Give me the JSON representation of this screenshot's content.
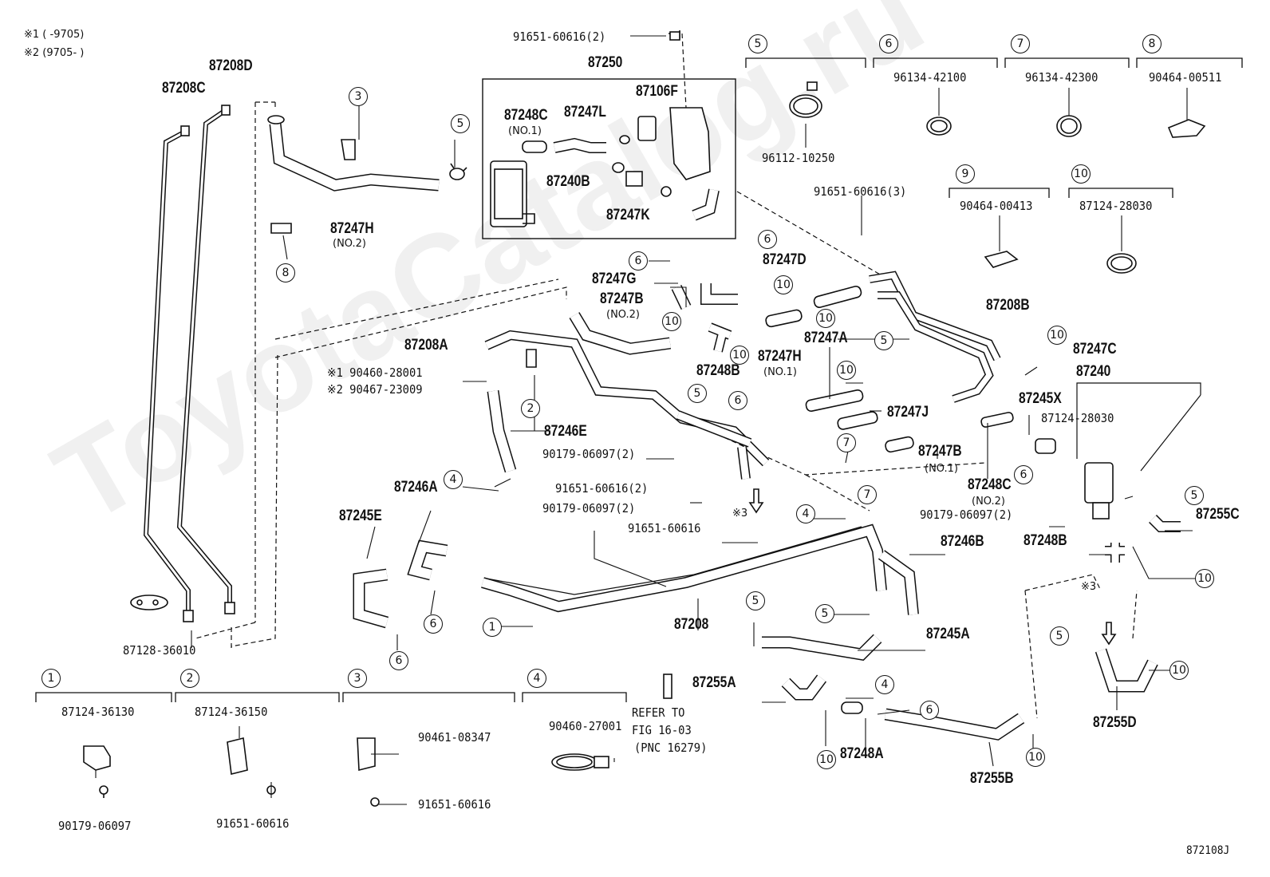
{
  "notes": {
    "n1": "※1 (      -9705)",
    "n2": "※2 (9705-      )"
  },
  "watermark": "ToyotaCatalog.ru",
  "figure_code": "872108J",
  "parts": {
    "p87208D": "87208D",
    "p87208C": "87208C",
    "p87250": "87250",
    "p87106F": "87106F",
    "p87248C_top": "87248C",
    "p87248C_no1": "(NO.1)",
    "p87247L": "87247L",
    "p87240B": "87240B",
    "p87247K": "87247K",
    "p87247H_top": "87247H",
    "p87247H_no2": "(NO.2)",
    "p91651_60616_2_top": "91651-60616(2)",
    "p91651_60616_3": "91651-60616(3)",
    "p96112_10250": "96112-10250",
    "p96134_42100": "96134-42100",
    "p96134_42300": "96134-42300",
    "p90464_00511": "90464-00511",
    "p90464_00413": "90464-00413",
    "p87124_28030_top": "87124-28030",
    "p87247D": "87247D",
    "p87247G": "87247G",
    "p87247B_no2": "87247B",
    "p87247B_no2_sub": "(NO.2)",
    "p87208A": "87208A",
    "p90460_28001": "※1 90460-28001",
    "p90467_23009": "※2 90467-23009",
    "p87246E": "87246E",
    "p90179_06097_2a": "90179-06097(2)",
    "p87248B_mid": "87248B",
    "p87247H_mid": "87247H",
    "p87247H_no1": "(NO.1)",
    "p87247A": "87247A",
    "p87208B": "87208B",
    "p87247C": "87247C",
    "p87240": "87240",
    "p87245X": "87245X",
    "p87124_28030_mid": "87124-28030",
    "p87247J": "87247J",
    "p87247B_no1": "87247B",
    "p87247B_no1_sub": "(NO.1)",
    "p87248C_no2": "87248C",
    "p87248C_no2_sub": "(NO.2)",
    "p90179_06097_2b": "90179-06097(2)",
    "p87255C": "87255C",
    "p87248B_right": "87248B",
    "p91651_60616_2_mid": "91651-60616(2)",
    "p90179_06097_2c": "90179-06097(2)",
    "ref3": "※3",
    "p91651_60616_mid": "91651-60616",
    "p87246A": "87246A",
    "p87245E": "87245E",
    "p87246B": "87246B",
    "p87208": "87208",
    "p87245A": "87245A",
    "p87128_36010": "87128-36010",
    "p87255A": "87255A",
    "p87248A": "87248A",
    "p87255B": "87255B",
    "p87255D": "87255D",
    "ref3b": "※3",
    "refer1": "REFER TO",
    "refer2": "FIG 16-03",
    "refer3": "(PNC 16279)",
    "p87124_36130": "87124-36130",
    "p90179_06097": "90179-06097",
    "p87124_36150": "87124-36150",
    "p91651_60616_b": "91651-60616",
    "p90461_08347": "90461-08347",
    "p91651_60616_c": "91651-60616",
    "p90460_27001": "90460-27001"
  },
  "groups": [
    "1",
    "2",
    "3",
    "4",
    "5",
    "6",
    "7",
    "8",
    "9",
    "10"
  ]
}
